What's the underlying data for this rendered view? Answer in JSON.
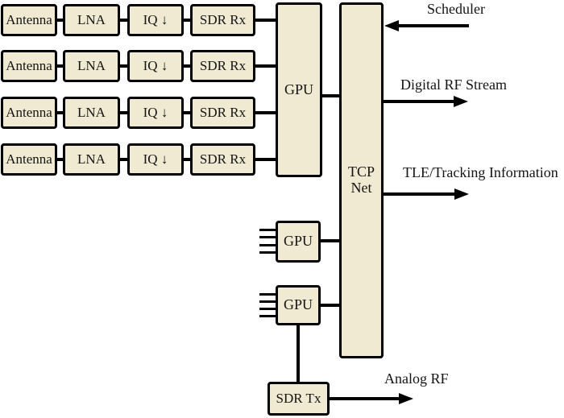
{
  "diagram": {
    "title_hint": "SDR ground station block diagram",
    "colors": {
      "box_fill": "#f0ead2",
      "box_border": "#000000",
      "line": "#000000",
      "background": "#ffffff"
    },
    "rx_chains": [
      {
        "antenna": "Antenna",
        "lna": "LNA",
        "iq": "IQ ↓",
        "sdr_rx": "SDR Rx"
      },
      {
        "antenna": "Antenna",
        "lna": "LNA",
        "iq": "IQ ↓",
        "sdr_rx": "SDR Rx"
      },
      {
        "antenna": "Antenna",
        "lna": "LNA",
        "iq": "IQ ↓",
        "sdr_rx": "SDR Rx"
      },
      {
        "antenna": "Antenna",
        "lna": "LNA",
        "iq": "IQ ↓",
        "sdr_rx": "SDR Rx"
      }
    ],
    "gpu_main_label": "GPU",
    "tcp_net": {
      "line1": "TCP",
      "line2": "Net"
    },
    "gpu_small_1_label": "GPU",
    "gpu_small_2_label": "GPU",
    "sdr_tx_label": "SDR Tx",
    "annotations": {
      "scheduler": "Scheduler",
      "digital_rf_stream": "Digital RF Stream",
      "tle_tracking": "TLE/Tracking Information",
      "analog_rf": "Analog RF"
    }
  }
}
